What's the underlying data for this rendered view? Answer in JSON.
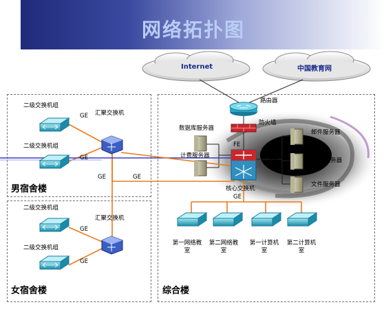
{
  "title": "网络拓扑图",
  "clouds": {
    "internet": "Internet",
    "cernet": "中国教育网"
  },
  "zones": {
    "male_dorm": "男宿舍楼",
    "female_dorm": "女宿舍楼",
    "complex": "综合楼"
  },
  "devices": {
    "router": "路由器",
    "firewall": "防火墙",
    "core_switch": "核心交换机",
    "database_server": "数据库服务器",
    "billing_server": "计费服务器",
    "mail_server": "邮件服务器",
    "web_server": "WEB服务器",
    "file_server": "文件服务器",
    "aggregation_switch": "汇聚交换机",
    "access_switch_group": "二级交换机组"
  },
  "links": {
    "ge": "GE",
    "fe": "FE"
  },
  "labs": [
    "第一网络教室",
    "第二网络教室",
    "第一计算机室",
    "第二计算机室"
  ],
  "colors": {
    "link_orange": "#e87a1c",
    "link_black": "#222222",
    "link_blue": "#3c3cc8",
    "firewall_red": "#c8282d"
  }
}
